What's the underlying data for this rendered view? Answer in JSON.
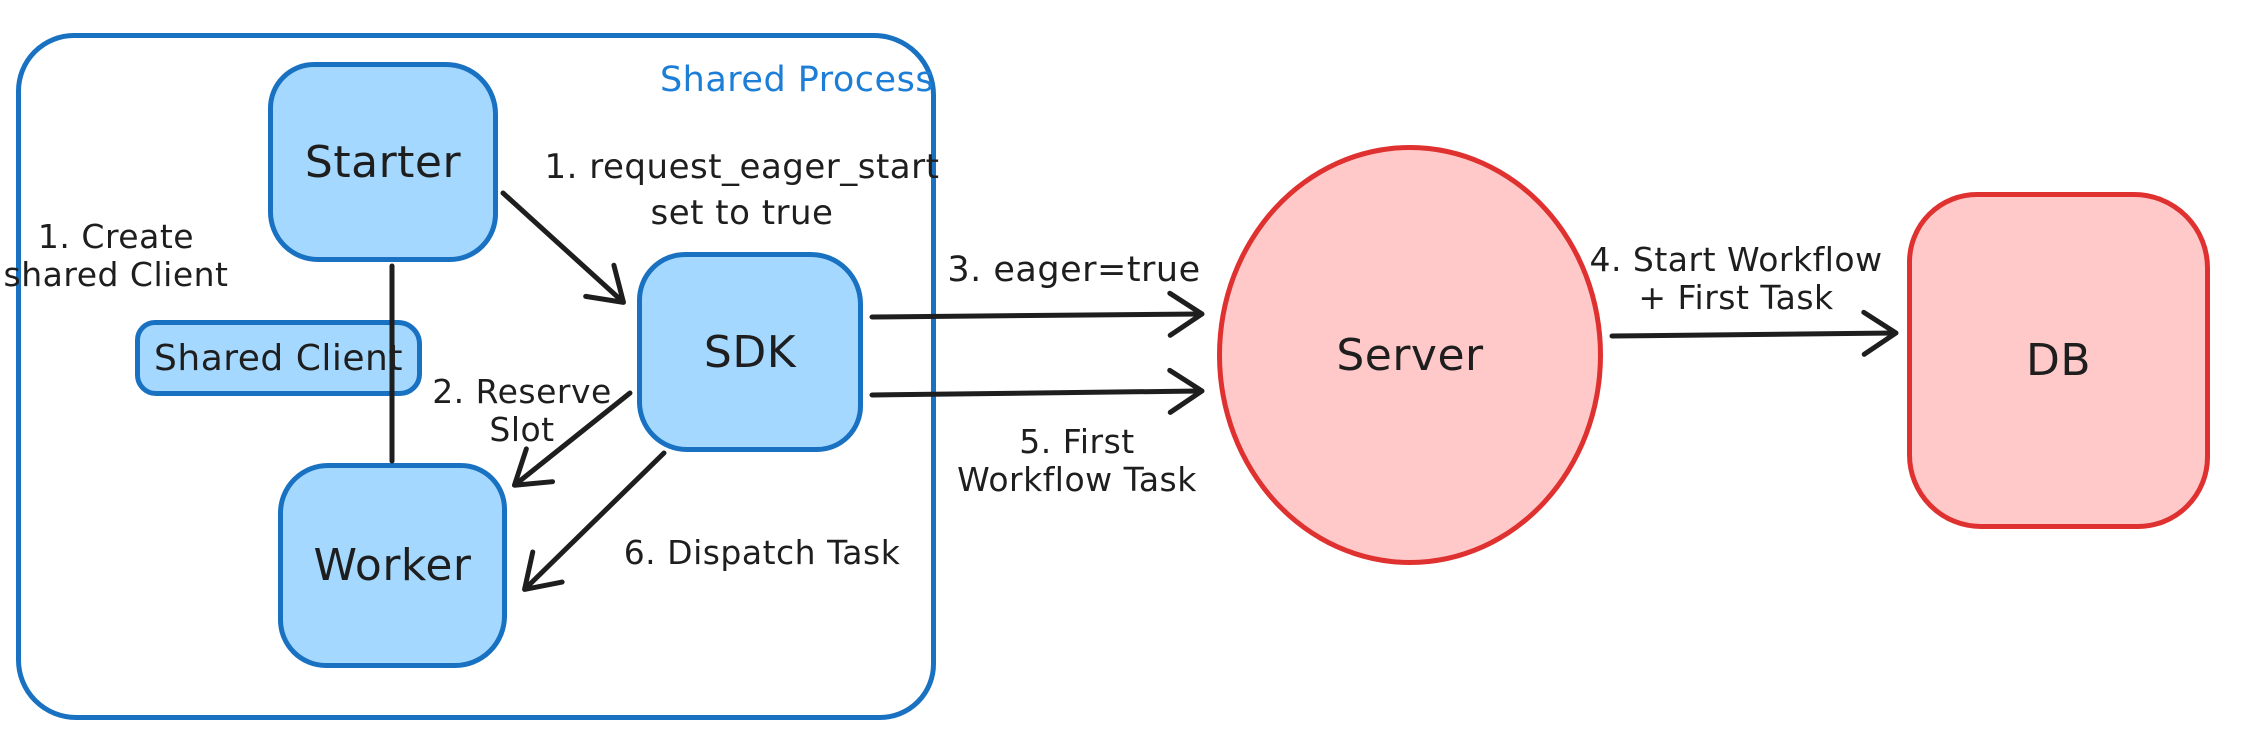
{
  "diagram": {
    "container": {
      "label": "Shared Process"
    },
    "nodes": {
      "starter": {
        "label": "Starter"
      },
      "shared_client": {
        "label": "Shared Client"
      },
      "worker": {
        "label": "Worker"
      },
      "sdk": {
        "label": "SDK"
      },
      "server": {
        "label": "Server"
      },
      "db": {
        "label": "DB"
      }
    },
    "annotations": {
      "create_client": {
        "line1": "1. Create",
        "line2": "shared Client"
      },
      "request_eager": {
        "line1": "1. request_eager_start",
        "line2": "set to true"
      },
      "reserve_slot": {
        "line1": "2. Reserve",
        "line2": "Slot"
      },
      "eager_true": {
        "line1": "3. eager=true"
      },
      "start_workflow": {
        "line1": "4. Start Workflow",
        "line2": "+ First Task"
      },
      "first_wft": {
        "line1": "5. First",
        "line2": "Workflow Task"
      },
      "dispatch_task": {
        "line1": "6. Dispatch Task"
      }
    },
    "colors": {
      "background": "#ffffff",
      "blue_fill": "#a5d8ff",
      "blue_stroke": "#1971c2",
      "red_fill": "#ffc9c9",
      "red_stroke": "#e03131",
      "ink": "#1e1e1e",
      "label_blue": "#1c7ed6"
    }
  }
}
